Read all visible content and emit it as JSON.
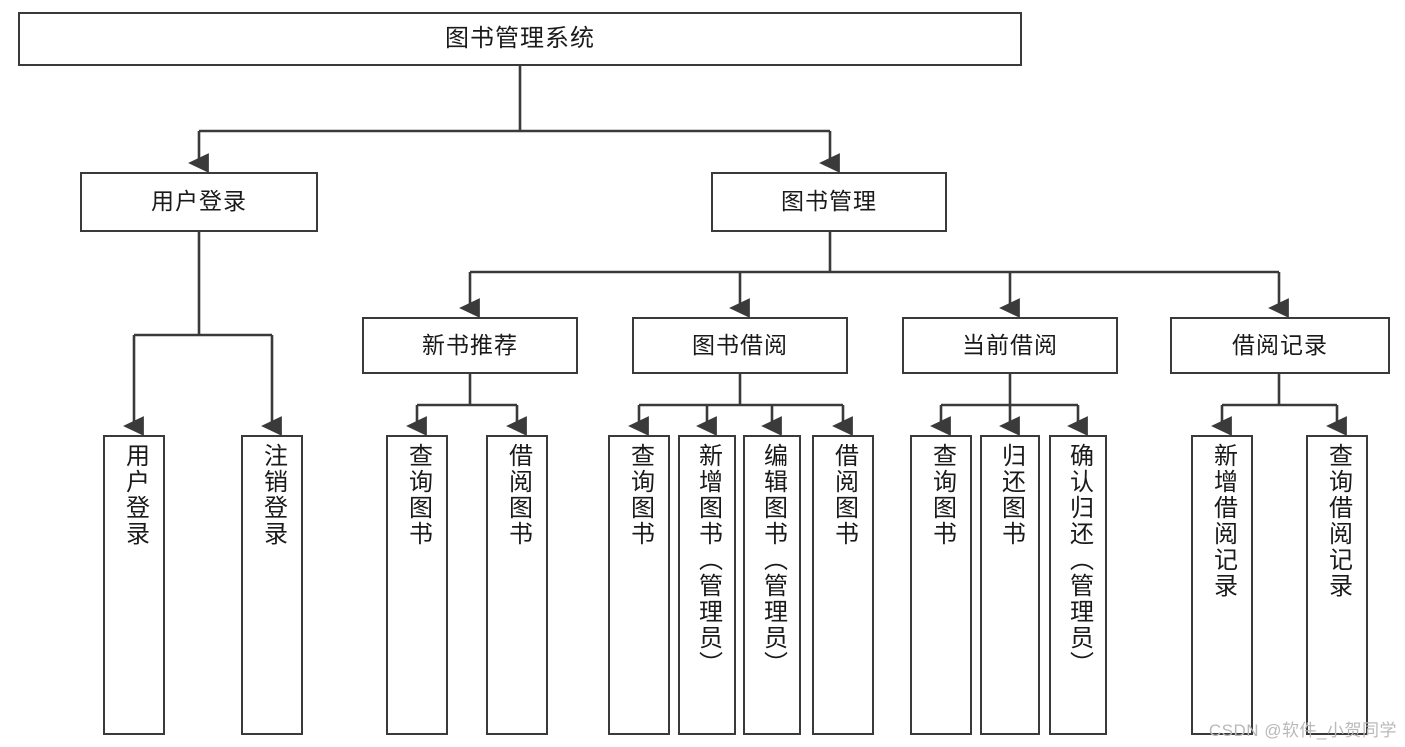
{
  "diagram": {
    "title": "图书管理系统",
    "type": "tree-hierarchy",
    "colors": {
      "background": "#ffffff",
      "node_border": "#3a3a3a",
      "node_fill": "#ffffff",
      "edge": "#3a3a3a",
      "text": "#1a1a1a",
      "watermark": "#b9b9b9"
    },
    "root": {
      "label": "图书管理系统"
    },
    "level2": [
      {
        "id": "user-login",
        "label": "用户登录"
      },
      {
        "id": "book-manage",
        "label": "图书管理"
      }
    ],
    "level3": [
      {
        "id": "new-book-recommend",
        "label": "新书推荐"
      },
      {
        "id": "book-borrow",
        "label": "图书借阅"
      },
      {
        "id": "current-borrow",
        "label": "当前借阅"
      },
      {
        "id": "borrow-record",
        "label": "借阅记录"
      }
    ],
    "leaves": [
      {
        "id": "leaf-user-login",
        "label": "用户登录",
        "parent": "user-login"
      },
      {
        "id": "leaf-user-logout",
        "label": "注销登录",
        "parent": "user-login"
      },
      {
        "id": "leaf-query-book-1",
        "label": "查询图书",
        "parent": "new-book-recommend"
      },
      {
        "id": "leaf-borrow-book-1",
        "label": "借阅图书",
        "parent": "new-book-recommend"
      },
      {
        "id": "leaf-query-book-2",
        "label": "查询图书",
        "parent": "book-borrow"
      },
      {
        "id": "leaf-add-book",
        "label": "新增图书（管理员）",
        "parent": "book-borrow"
      },
      {
        "id": "leaf-edit-book",
        "label": "编辑图书（管理员）",
        "parent": "book-borrow"
      },
      {
        "id": "leaf-borrow-book-2",
        "label": "借阅图书",
        "parent": "book-borrow"
      },
      {
        "id": "leaf-query-book-3",
        "label": "查询图书",
        "parent": "current-borrow"
      },
      {
        "id": "leaf-return-book",
        "label": "归还图书",
        "parent": "current-borrow"
      },
      {
        "id": "leaf-confirm-return",
        "label": "确认归还（管理员）",
        "parent": "current-borrow"
      },
      {
        "id": "leaf-add-record",
        "label": "新增借阅记录",
        "parent": "borrow-record"
      },
      {
        "id": "leaf-query-record",
        "label": "查询借阅记录",
        "parent": "borrow-record"
      }
    ],
    "watermark": "CSDN @软件_小贺同学"
  }
}
